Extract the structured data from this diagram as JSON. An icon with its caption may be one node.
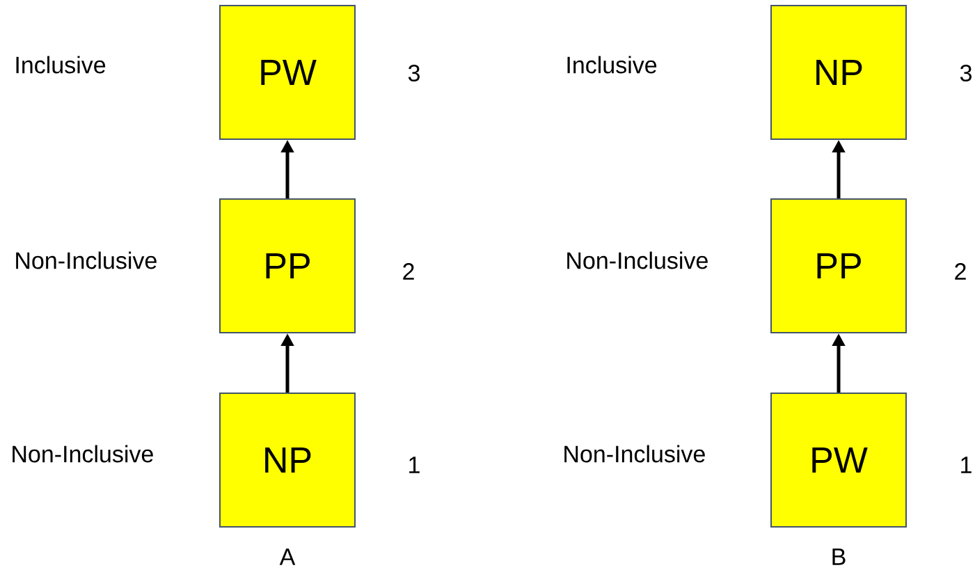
{
  "diagram": {
    "nodes": [
      {
        "text": [
          "PW"
        ]
      },
      {
        "text": [
          "PP"
        ]
      },
      {
        "text": [
          "NP"
        ]
      },
      {
        "text": [
          "NP"
        ]
      },
      {
        "text": [
          "PP"
        ]
      },
      {
        "text": [
          "PW"
        ]
      }
    ],
    "edges": [
      {
        "from": 2,
        "to": 1,
        "arrow": "to"
      },
      {
        "from": 1,
        "to": 0,
        "arrow": "to"
      },
      {
        "from": 5,
        "to": 4,
        "arrow": "to"
      },
      {
        "from": 4,
        "to": 3,
        "arrow": "to"
      }
    ],
    "labels": [
      "Inclusive",
      "3",
      "Inclusive",
      "3",
      "Non-Inclusive",
      "2",
      "Non-Inclusive",
      "2",
      "Non-Inclusive",
      "1",
      "Non-Inclusive",
      "1",
      "A",
      "B"
    ]
  }
}
